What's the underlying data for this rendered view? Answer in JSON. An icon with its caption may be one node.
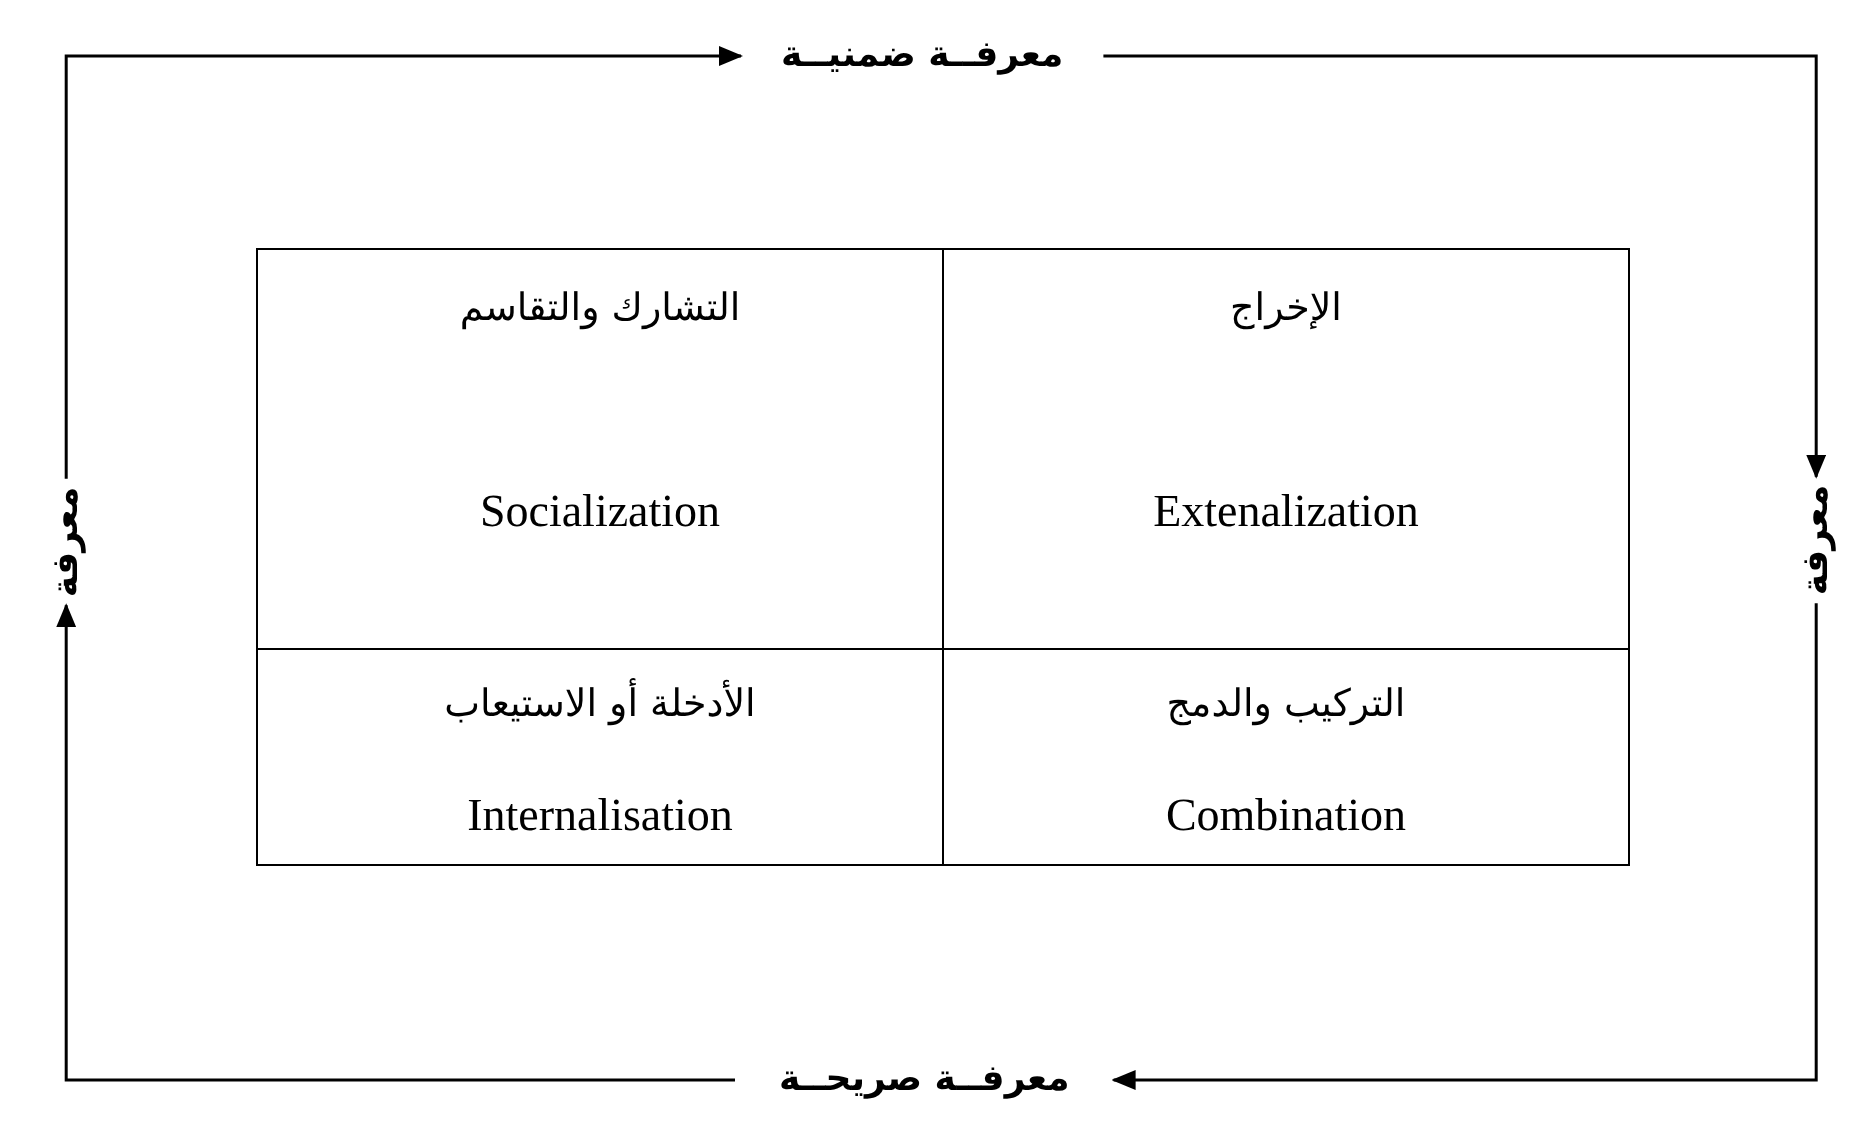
{
  "diagram": {
    "nodes": [
      {
        "text": [
          "معرفــة ضمنيــة"
        ]
      },
      {
        "text": [
          "معرفة"
        ]
      },
      {
        "text": [
          "التشارك والتقاسم",
          "Socialization"
        ]
      },
      {
        "text": [
          "الإخراج",
          "Extenalization"
        ]
      },
      {
        "text": [
          "الأدخلة أو الاستيعاب",
          "Internalisation"
        ]
      },
      {
        "text": [
          "التركيب والدمج",
          "Combination"
        ]
      },
      {
        "text": [
          "معرفة"
        ]
      },
      {
        "text": [
          "معرفــة صريحــة"
        ]
      }
    ],
    "edges": [
      {
        "from": 1,
        "to": 0,
        "arrow": "to"
      },
      {
        "from": 0,
        "to": 6,
        "arrow": "to"
      },
      {
        "from": 6,
        "to": 7,
        "arrow": "to"
      },
      {
        "from": 7,
        "to": 1,
        "arrow": "to"
      }
    ]
  }
}
